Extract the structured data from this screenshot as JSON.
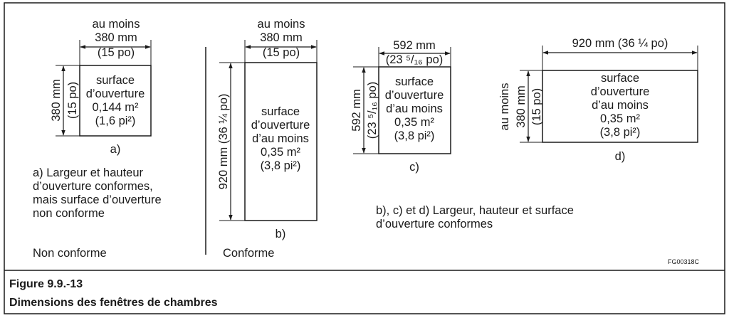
{
  "figure": {
    "code": "FG00318C",
    "caption_number": "Figure 9.9.-13",
    "caption_title": "Dimensions des fenêtres de chambres"
  },
  "window_a": {
    "width_prefix": "au moins",
    "width_mm": "380 mm",
    "width_in": "(15 po)",
    "height_mm": "380 mm",
    "height_in": "(15 po)",
    "area": [
      "surface",
      "d’ouverture",
      "0,144 m²",
      "(1,6 pi²)"
    ],
    "tag": "a)",
    "note": [
      "a) Largeur et hauteur",
      "d’ouverture conformes,",
      "mais surface d’ouverture",
      "non conforme"
    ],
    "status": "Non conforme"
  },
  "window_b": {
    "width_prefix": "au moins",
    "width_mm": "380 mm",
    "width_in": "(15 po)",
    "height": "920 mm (36 ¼ po)",
    "area": [
      "surface",
      "d’ouverture",
      "d’au moins",
      "0,35 m²",
      "(3,8 pi²)"
    ],
    "tag": "b)",
    "status": "Conforme"
  },
  "window_c": {
    "width_mm": "592 mm",
    "width_in": "(23 ⁵/₁₆ po)",
    "height_mm": "592 mm",
    "height_in": "(23 ⁵/₁₆ po)",
    "area": [
      "surface",
      "d’ouverture",
      "d’au moins",
      "0,35 m²",
      "(3,8 pi²)"
    ],
    "tag": "c)"
  },
  "window_d": {
    "width": "920 mm (36 ¼ po)",
    "height_prefix": "au moins",
    "height_mm": "380 mm",
    "height_in": "(15 po)",
    "area": [
      "surface",
      "d’ouverture",
      "d’au moins",
      "0,35 m²",
      "(3,8 pi²)"
    ],
    "tag": "d)"
  },
  "note_bcd": [
    "b), c) et d) Largeur, hauteur et surface",
    "d’ouverture conformes"
  ]
}
